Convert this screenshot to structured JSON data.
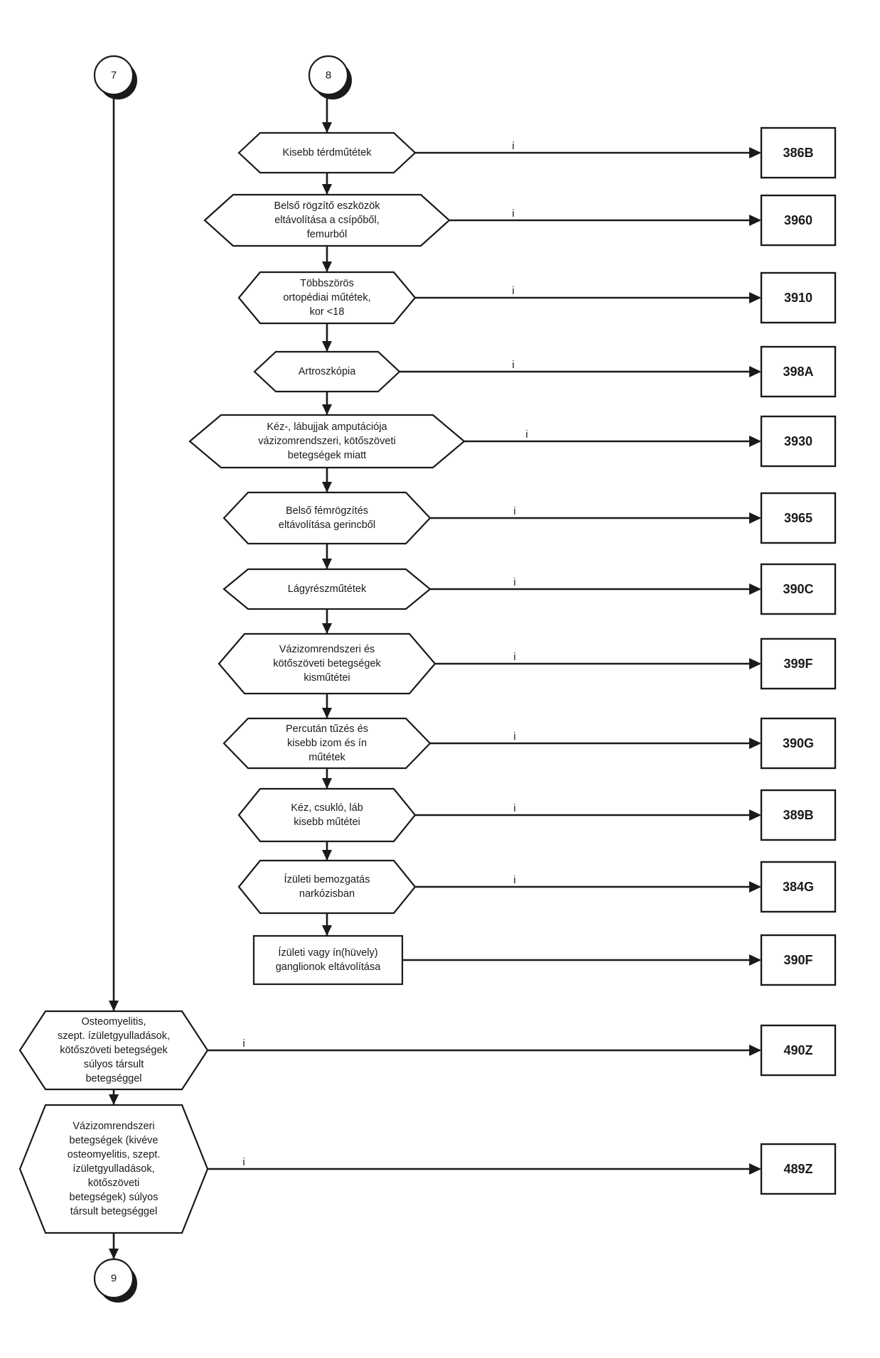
{
  "connectors": {
    "top_left": "7",
    "top_right": "8",
    "bottom": "9"
  },
  "edge_label": "i",
  "right_branch": [
    {
      "lines": [
        "Kisebb térdműtétek"
      ],
      "code": "386B"
    },
    {
      "lines": [
        "Belső rögzítő eszközök",
        "eltávolítása a csípőből,",
        "femurból"
      ],
      "code": "3960"
    },
    {
      "lines": [
        "Többszörös",
        "ortopédiai műtétek,",
        "kor <18"
      ],
      "code": "3910"
    },
    {
      "lines": [
        "Artroszkópia"
      ],
      "code": "398A"
    },
    {
      "lines": [
        "Kéz-, lábujjak amputációja",
        "vázizomrendszeri, kötőszöveti",
        "betegségek miatt"
      ],
      "code": "3930"
    },
    {
      "lines": [
        "Belső fémrögzítés",
        "eltávolítása gerincből"
      ],
      "code": "3965"
    },
    {
      "lines": [
        "Lágyrészműtétek"
      ],
      "code": "390C"
    },
    {
      "lines": [
        "Vázizomrendszeri és",
        "kötőszöveti betegségek",
        "kisműtétei"
      ],
      "code": "399F"
    },
    {
      "lines": [
        "Percután tűzés és",
        "kisebb izom és ín",
        "műtétek"
      ],
      "code": "390G"
    },
    {
      "lines": [
        "Kéz, csukló, láb",
        "kisebb műtétei"
      ],
      "code": "389B"
    },
    {
      "lines": [
        "Ízületi bemozgatás",
        "narkózisban"
      ],
      "code": "384G"
    }
  ],
  "final_process": {
    "lines": [
      "Ízületi vagy ín(hüvely)",
      "ganglionok eltávolítása"
    ],
    "code": "390F"
  },
  "left_branch": [
    {
      "lines": [
        "Osteomyelitis,",
        "szept. ízületgyulladások,",
        "kötőszöveti betegségek",
        "súlyos társult",
        "betegséggel"
      ],
      "code": "490Z"
    },
    {
      "lines": [
        "Vázizomrendszeri",
        "betegségek (kivéve",
        "osteomyelitis, szept.",
        "ízületgyulladások,",
        "kötőszöveti",
        "betegségek) súlyos",
        "társult betegséggel"
      ],
      "code": "489Z"
    }
  ]
}
